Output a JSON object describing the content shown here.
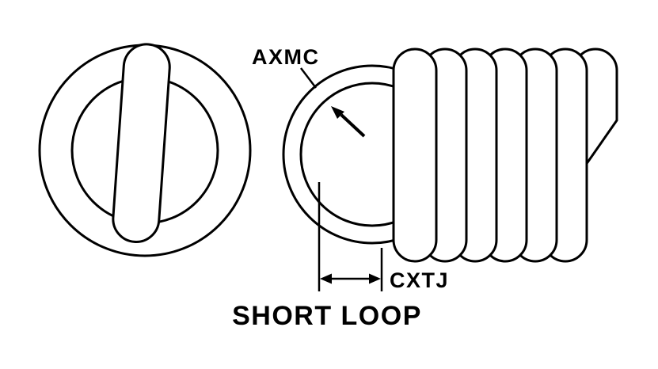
{
  "page": {
    "background_color": "#ffffff",
    "line_color": "#000000"
  },
  "labels": {
    "axmc": "AXMC",
    "cxtj": "CXTJ",
    "caption": "SHORT LOOP"
  }
}
